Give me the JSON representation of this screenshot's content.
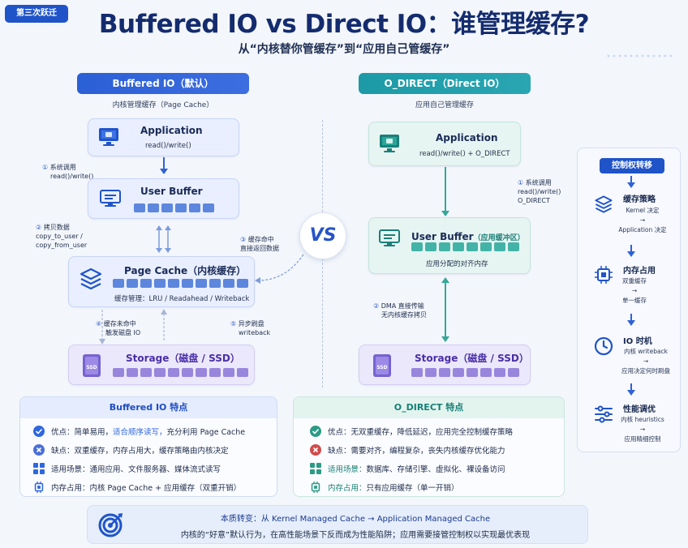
{
  "header": {
    "badge": "第三次跃迁",
    "title": "Buffered IO vs Direct IO：谁管理缓存?",
    "subtitle": "从“内核替你管缓存”到“应用自己管缓存”"
  },
  "left": {
    "head": "Buffered IO（默认）",
    "sub": "内核管理缓存（Page Cache）",
    "app_title": "Application",
    "app_text": "read()/write()",
    "note1_num": "①",
    "note1_a": "系统调用",
    "note1_b": "read()/write()",
    "ub_title": "User Buffer",
    "note2_num": "②",
    "note2_a": "拷贝数据",
    "note2_b": "copy_to_user /",
    "note2_c": "copy_from_user",
    "note3_num": "③",
    "note3_a": "缓存命中",
    "note3_b": "直接返回数据",
    "pc_title": "Page Cache（内核缓存）",
    "pc_text": "缓存管理：LRU / Readahead / Writeback",
    "note4_num": "④",
    "note4_a": "缓存未命中",
    "note4_b": "触发磁盘 IO",
    "note5_num": "⑤",
    "note5_a": "异步刷盘",
    "note5_b": "writeback",
    "st_title": "Storage（磁盘 / SSD）"
  },
  "vs": "VS",
  "right": {
    "head": "O_DIRECT（Direct IO）",
    "sub": "应用自己管理缓存",
    "app_title": "Application",
    "app_text": "read()/write() + O_DIRECT",
    "note1_num": "①",
    "note1_a": "系统调用",
    "note1_b": "read()/write()",
    "note1_c": "O_DIRECT",
    "ub_title": "User Buffer",
    "ub_tag": "（应用缓冲区）",
    "ub_text": "应用分配的对齐内存",
    "note2_num": "②",
    "note2_a": "DMA 直接传输",
    "note2_b": "无内核缓存拷贝",
    "st_title": "Storage（磁盘 / SSD）"
  },
  "panel": {
    "badge": "控制权转移",
    "items": [
      {
        "icon": "layers-icon",
        "title": "缓存策略",
        "l1": "Kernel 决定",
        "arrow": "→",
        "l2": "Application 决定"
      },
      {
        "icon": "chip-icon",
        "title": "内存占用",
        "l1": "双重缓存",
        "arrow": "→",
        "l2": "单一缓存"
      },
      {
        "icon": "clock-icon",
        "title": "IO 时机",
        "l1": "内核 writeback",
        "arrow": "→",
        "l2": "应用决定何时刷盘"
      },
      {
        "icon": "sliders-icon",
        "title": "性能调优",
        "l1": "内核 heuristics",
        "arrow": "→",
        "l2": "应用精细控制"
      }
    ]
  },
  "buffered_card": {
    "title": "Buffered IO 特点",
    "rows": [
      {
        "icon": "check-icon",
        "label": "优点：",
        "text": "简单易用，",
        "hl": "适合顺序读写，",
        "tail": "充分利用 Page Cache"
      },
      {
        "icon": "cross-icon",
        "label": "缺点：",
        "text": "双重缓存，内存占用大，缓存策略由内核决定",
        "hl": "",
        "tail": ""
      },
      {
        "icon": "grid-icon",
        "label": "适用场景：",
        "text": "通用应用、文件服务器、媒体流式读写",
        "hl": "",
        "tail": ""
      },
      {
        "icon": "chip-icon",
        "label": "内存占用：",
        "text": "内核 Page Cache + 应用缓存（双重开销）",
        "hl": "",
        "tail": ""
      }
    ]
  },
  "direct_card": {
    "title": "O_DIRECT 特点",
    "rows": [
      {
        "icon": "check-icon",
        "label": "优点：",
        "text": "无双重缓存，降低延迟，应用完全控制缓存策略"
      },
      {
        "icon": "cross-icon",
        "label": "缺点：",
        "text": "需要对齐，编程复杂，丧失内核缓存优化能力"
      },
      {
        "icon": "grid-icon",
        "label": "适用场景：",
        "text": "数据库、存储引擎、虚拟化、裸设备访问"
      },
      {
        "icon": "chip-icon",
        "label": "内存占用：",
        "text": "只有应用缓存（单一开销）"
      }
    ]
  },
  "footer": {
    "line1": "本质转变：从 Kernel Managed Cache → Application Managed Cache",
    "line2": "内核的“好意”默认行为，在高性能场景下反而成为性能陷阱；应用需要接管控制权以实现最优表现"
  },
  "colors": {
    "primary": "#1f54c9",
    "teal": "#1c9aa6",
    "purple": "#4a2ea8",
    "check": "#2c9b86",
    "cross": "#d14b4b"
  }
}
